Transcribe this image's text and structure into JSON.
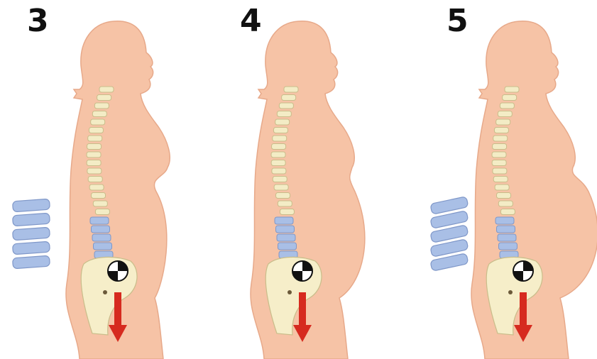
{
  "stages": [
    {
      "label": "3",
      "belly": "small",
      "inset": true
    },
    {
      "label": "4",
      "belly": "large",
      "inset": false
    },
    {
      "label": "5",
      "belly": "larger",
      "inset": true
    }
  ],
  "colors": {
    "skin": "#f6c3a6",
    "skin_outline": "#e7a98a",
    "spine": "#f3ecc5",
    "spine_outline": "#c9bd8a",
    "lumbar": "#a9bfe6",
    "lumbar_outline": "#7f97c8",
    "pelvis": "#f6eec9",
    "arrow": "#d62a1f",
    "label": "#111111"
  },
  "icons": [
    "center-of-gravity-marker",
    "downward-force-arrow"
  ]
}
